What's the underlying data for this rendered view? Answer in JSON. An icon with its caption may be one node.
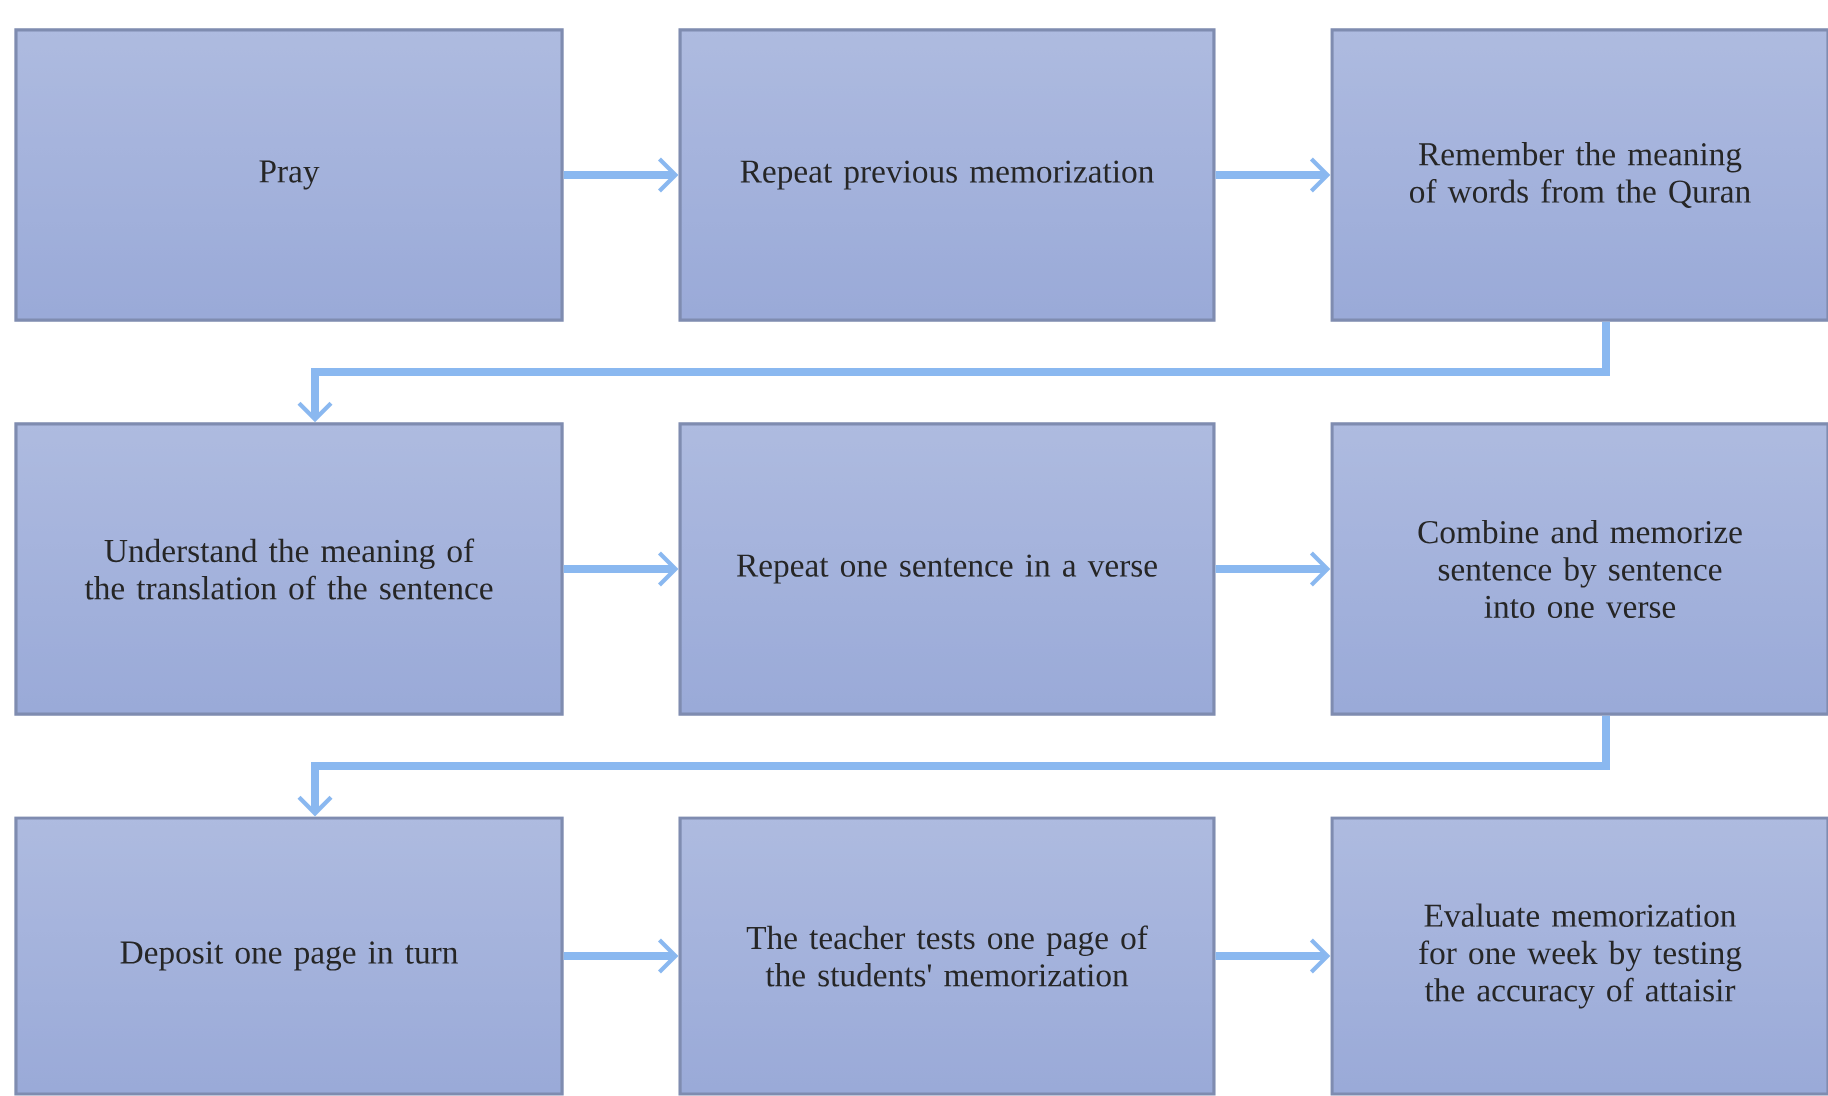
{
  "diagram": {
    "nodes": [
      {
        "text": [
          "Pray"
        ]
      },
      {
        "text": [
          "Repeat previous memorization"
        ]
      },
      {
        "text": [
          "Remember the meaning of words from the Quran"
        ]
      },
      {
        "text": [
          "Understand the meaning of the translation of the sentence"
        ]
      },
      {
        "text": [
          "Repeat one sentence in a verse"
        ]
      },
      {
        "text": [
          "Combine and memorize sentence by sentence into one verse"
        ]
      },
      {
        "text": [
          "Deposit one page in turn"
        ]
      },
      {
        "text": [
          "The teacher tests one page of the students' memorization"
        ]
      },
      {
        "text": [
          "Evaluate memorization for one week by testing the accuracy of attaisir"
        ]
      }
    ],
    "edges": [
      {
        "from": 0,
        "to": 1,
        "arrow": "to"
      },
      {
        "from": 1,
        "to": 2,
        "arrow": "to"
      },
      {
        "from": 2,
        "to": 3,
        "arrow": "to"
      },
      {
        "from": 3,
        "to": 4,
        "arrow": "to"
      },
      {
        "from": 4,
        "to": 5,
        "arrow": "to"
      },
      {
        "from": 5,
        "to": 6,
        "arrow": "to"
      },
      {
        "from": 6,
        "to": 7,
        "arrow": "to"
      },
      {
        "from": 7,
        "to": 8,
        "arrow": "to"
      }
    ]
  }
}
